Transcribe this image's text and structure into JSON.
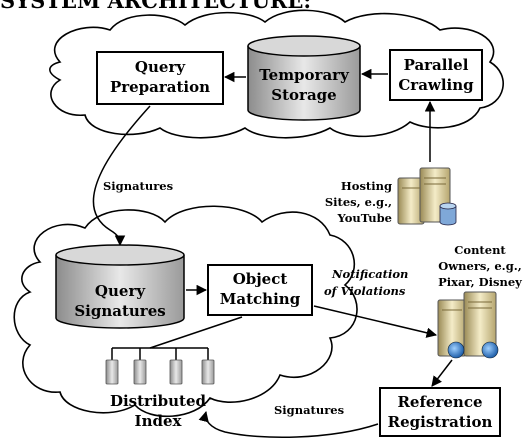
{
  "heading": "SYSTEM ARCHITECTURE:",
  "nodes": {
    "query_preparation": [
      "Query",
      "Preparation"
    ],
    "temporary_storage": [
      "Temporary",
      "Storage"
    ],
    "parallel_crawling": [
      "Parallel",
      "Crawling"
    ],
    "hosting_sites": [
      "Hosting",
      "Sites, e.g.,",
      "YouTube"
    ],
    "query_signatures": [
      "Query",
      "Signatures"
    ],
    "object_matching": [
      "Object",
      "Matching"
    ],
    "content_owners": [
      "Content",
      "Owners, e.g.,",
      "Pixar, Disney"
    ],
    "distributed_index": [
      "Distributed",
      "Index"
    ],
    "reference_registration": [
      "Reference",
      "Registration"
    ]
  },
  "edge_labels": {
    "signatures_top": "Signatures",
    "notification": [
      "Notification",
      "of Violations"
    ],
    "signatures_bottom": "Signatures"
  },
  "icons": [
    "server-icon",
    "globe-icon",
    "database-cylinder-icon",
    "cloud-shape"
  ]
}
